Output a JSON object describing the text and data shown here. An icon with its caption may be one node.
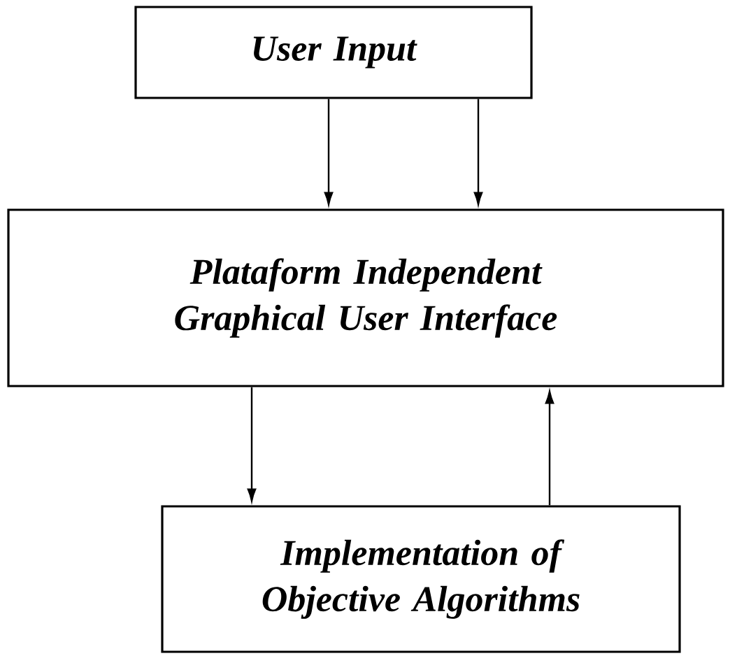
{
  "diagram": {
    "nodes": [
      {
        "text": [
          "User Input"
        ]
      },
      {
        "text": [
          "Plataform Independent Graphical User Interface"
        ]
      },
      {
        "text": [
          "Implementation of Objective Algorithms"
        ]
      }
    ],
    "edges": [
      {
        "from": 0,
        "to": 1,
        "arrow": "to"
      },
      {
        "from": 0,
        "to": 1,
        "arrow": "to"
      },
      {
        "from": 1,
        "to": 2,
        "arrow": "to"
      },
      {
        "from": 2,
        "to": 1,
        "arrow": "to"
      }
    ]
  }
}
